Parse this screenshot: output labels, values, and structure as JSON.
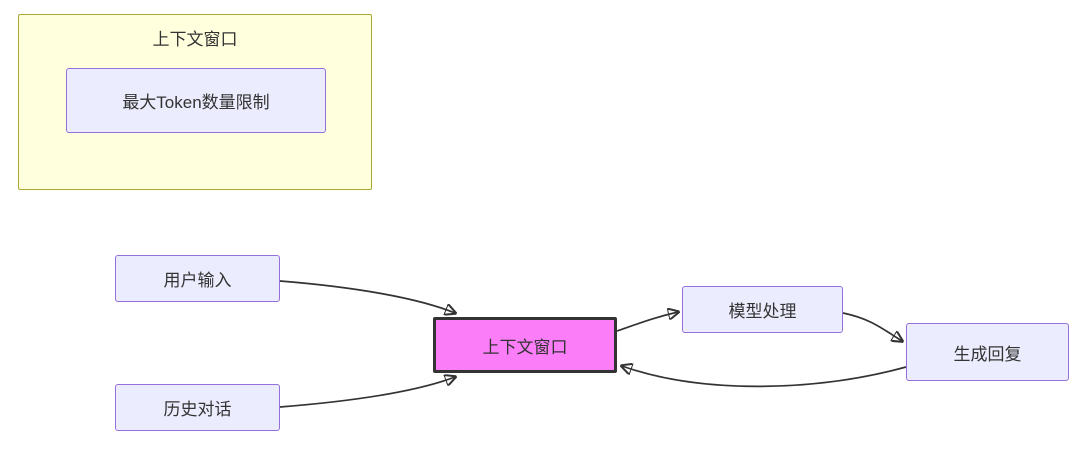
{
  "diagram": {
    "subgraph": {
      "title": "上下文窗口",
      "inner_node": "最大Token数量限制"
    },
    "nodes": {
      "user_input": "用户输入",
      "history": "历史对话",
      "context_window": "上下文窗口",
      "model_process": "模型处理",
      "generate_reply": "生成回复"
    },
    "edges": [
      {
        "from": "用户输入",
        "to": "上下文窗口"
      },
      {
        "from": "历史对话",
        "to": "上下文窗口"
      },
      {
        "from": "上下文窗口",
        "to": "模型处理"
      },
      {
        "from": "模型处理",
        "to": "生成回复"
      },
      {
        "from": "生成回复",
        "to": "上下文窗口"
      }
    ],
    "colors": {
      "subgraph_fill": "#ffffde",
      "subgraph_border": "#aaaa33",
      "node_fill": "#ececff",
      "node_border": "#9370db",
      "highlight_fill": "#fb7ef8",
      "highlight_border": "#333333",
      "edge_color": "#333333",
      "text_color": "#333333"
    }
  }
}
